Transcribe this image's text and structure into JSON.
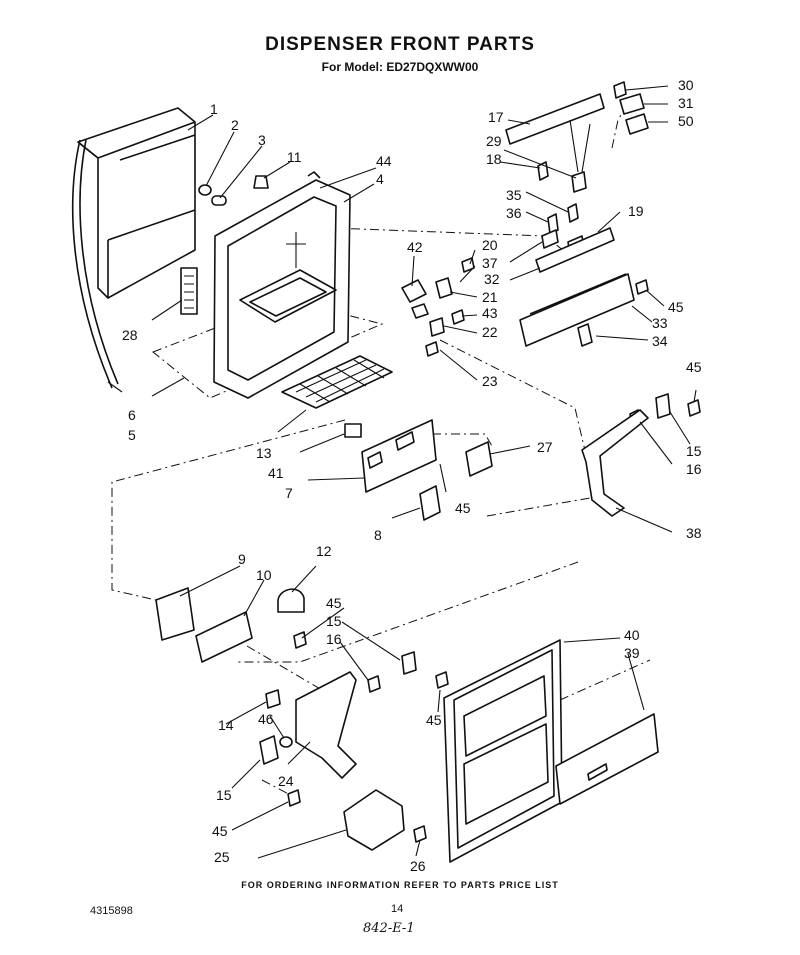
{
  "title": "DISPENSER FRONT PARTS",
  "model": "For Model: ED27DQXWW00",
  "footer": "FOR ORDERING INFORMATION REFER TO PARTS PRICE LIST",
  "doc_number": "4315898",
  "page_number": "14",
  "handwritten_note": "842-E-1",
  "callouts": [
    {
      "id": "c1",
      "label": "1"
    },
    {
      "id": "c2",
      "label": "2"
    },
    {
      "id": "c3",
      "label": "3"
    },
    {
      "id": "c11",
      "label": "11"
    },
    {
      "id": "c44",
      "label": "44"
    },
    {
      "id": "c4",
      "label": "4"
    },
    {
      "id": "c28",
      "label": "28"
    },
    {
      "id": "c6",
      "label": "6"
    },
    {
      "id": "c5",
      "label": "5"
    },
    {
      "id": "c13",
      "label": "13"
    },
    {
      "id": "c41",
      "label": "41"
    },
    {
      "id": "c7",
      "label": "7"
    },
    {
      "id": "c8",
      "label": "8"
    },
    {
      "id": "c45a",
      "label": "45"
    },
    {
      "id": "c27",
      "label": "27"
    },
    {
      "id": "c42",
      "label": "42"
    },
    {
      "id": "c20",
      "label": "20"
    },
    {
      "id": "c37",
      "label": "37"
    },
    {
      "id": "c21",
      "label": "21"
    },
    {
      "id": "c43",
      "label": "43"
    },
    {
      "id": "c22",
      "label": "22"
    },
    {
      "id": "c23",
      "label": "23"
    },
    {
      "id": "c17",
      "label": "17"
    },
    {
      "id": "c29",
      "label": "29"
    },
    {
      "id": "c18",
      "label": "18"
    },
    {
      "id": "c35",
      "label": "35"
    },
    {
      "id": "c36",
      "label": "36"
    },
    {
      "id": "c19",
      "label": "19"
    },
    {
      "id": "c32",
      "label": "32"
    },
    {
      "id": "c45b",
      "label": "45"
    },
    {
      "id": "c33",
      "label": "33"
    },
    {
      "id": "c34",
      "label": "34"
    },
    {
      "id": "c30",
      "label": "30"
    },
    {
      "id": "c31",
      "label": "31"
    },
    {
      "id": "c50",
      "label": "50"
    },
    {
      "id": "c45c",
      "label": "45"
    },
    {
      "id": "c15a",
      "label": "15"
    },
    {
      "id": "c16a",
      "label": "16"
    },
    {
      "id": "c38",
      "label": "38"
    },
    {
      "id": "c9",
      "label": "9"
    },
    {
      "id": "c10",
      "label": "10"
    },
    {
      "id": "c12",
      "label": "12"
    },
    {
      "id": "c45d",
      "label": "45"
    },
    {
      "id": "c15b",
      "label": "15"
    },
    {
      "id": "c16b",
      "label": "16"
    },
    {
      "id": "c45e",
      "label": "45"
    },
    {
      "id": "c14",
      "label": "14"
    },
    {
      "id": "c46",
      "label": "46"
    },
    {
      "id": "c15c",
      "label": "15"
    },
    {
      "id": "c24",
      "label": "24"
    },
    {
      "id": "c45f",
      "label": "45"
    },
    {
      "id": "c25",
      "label": "25"
    },
    {
      "id": "c26",
      "label": "26"
    },
    {
      "id": "c40",
      "label": "40"
    },
    {
      "id": "c39",
      "label": "39"
    }
  ]
}
